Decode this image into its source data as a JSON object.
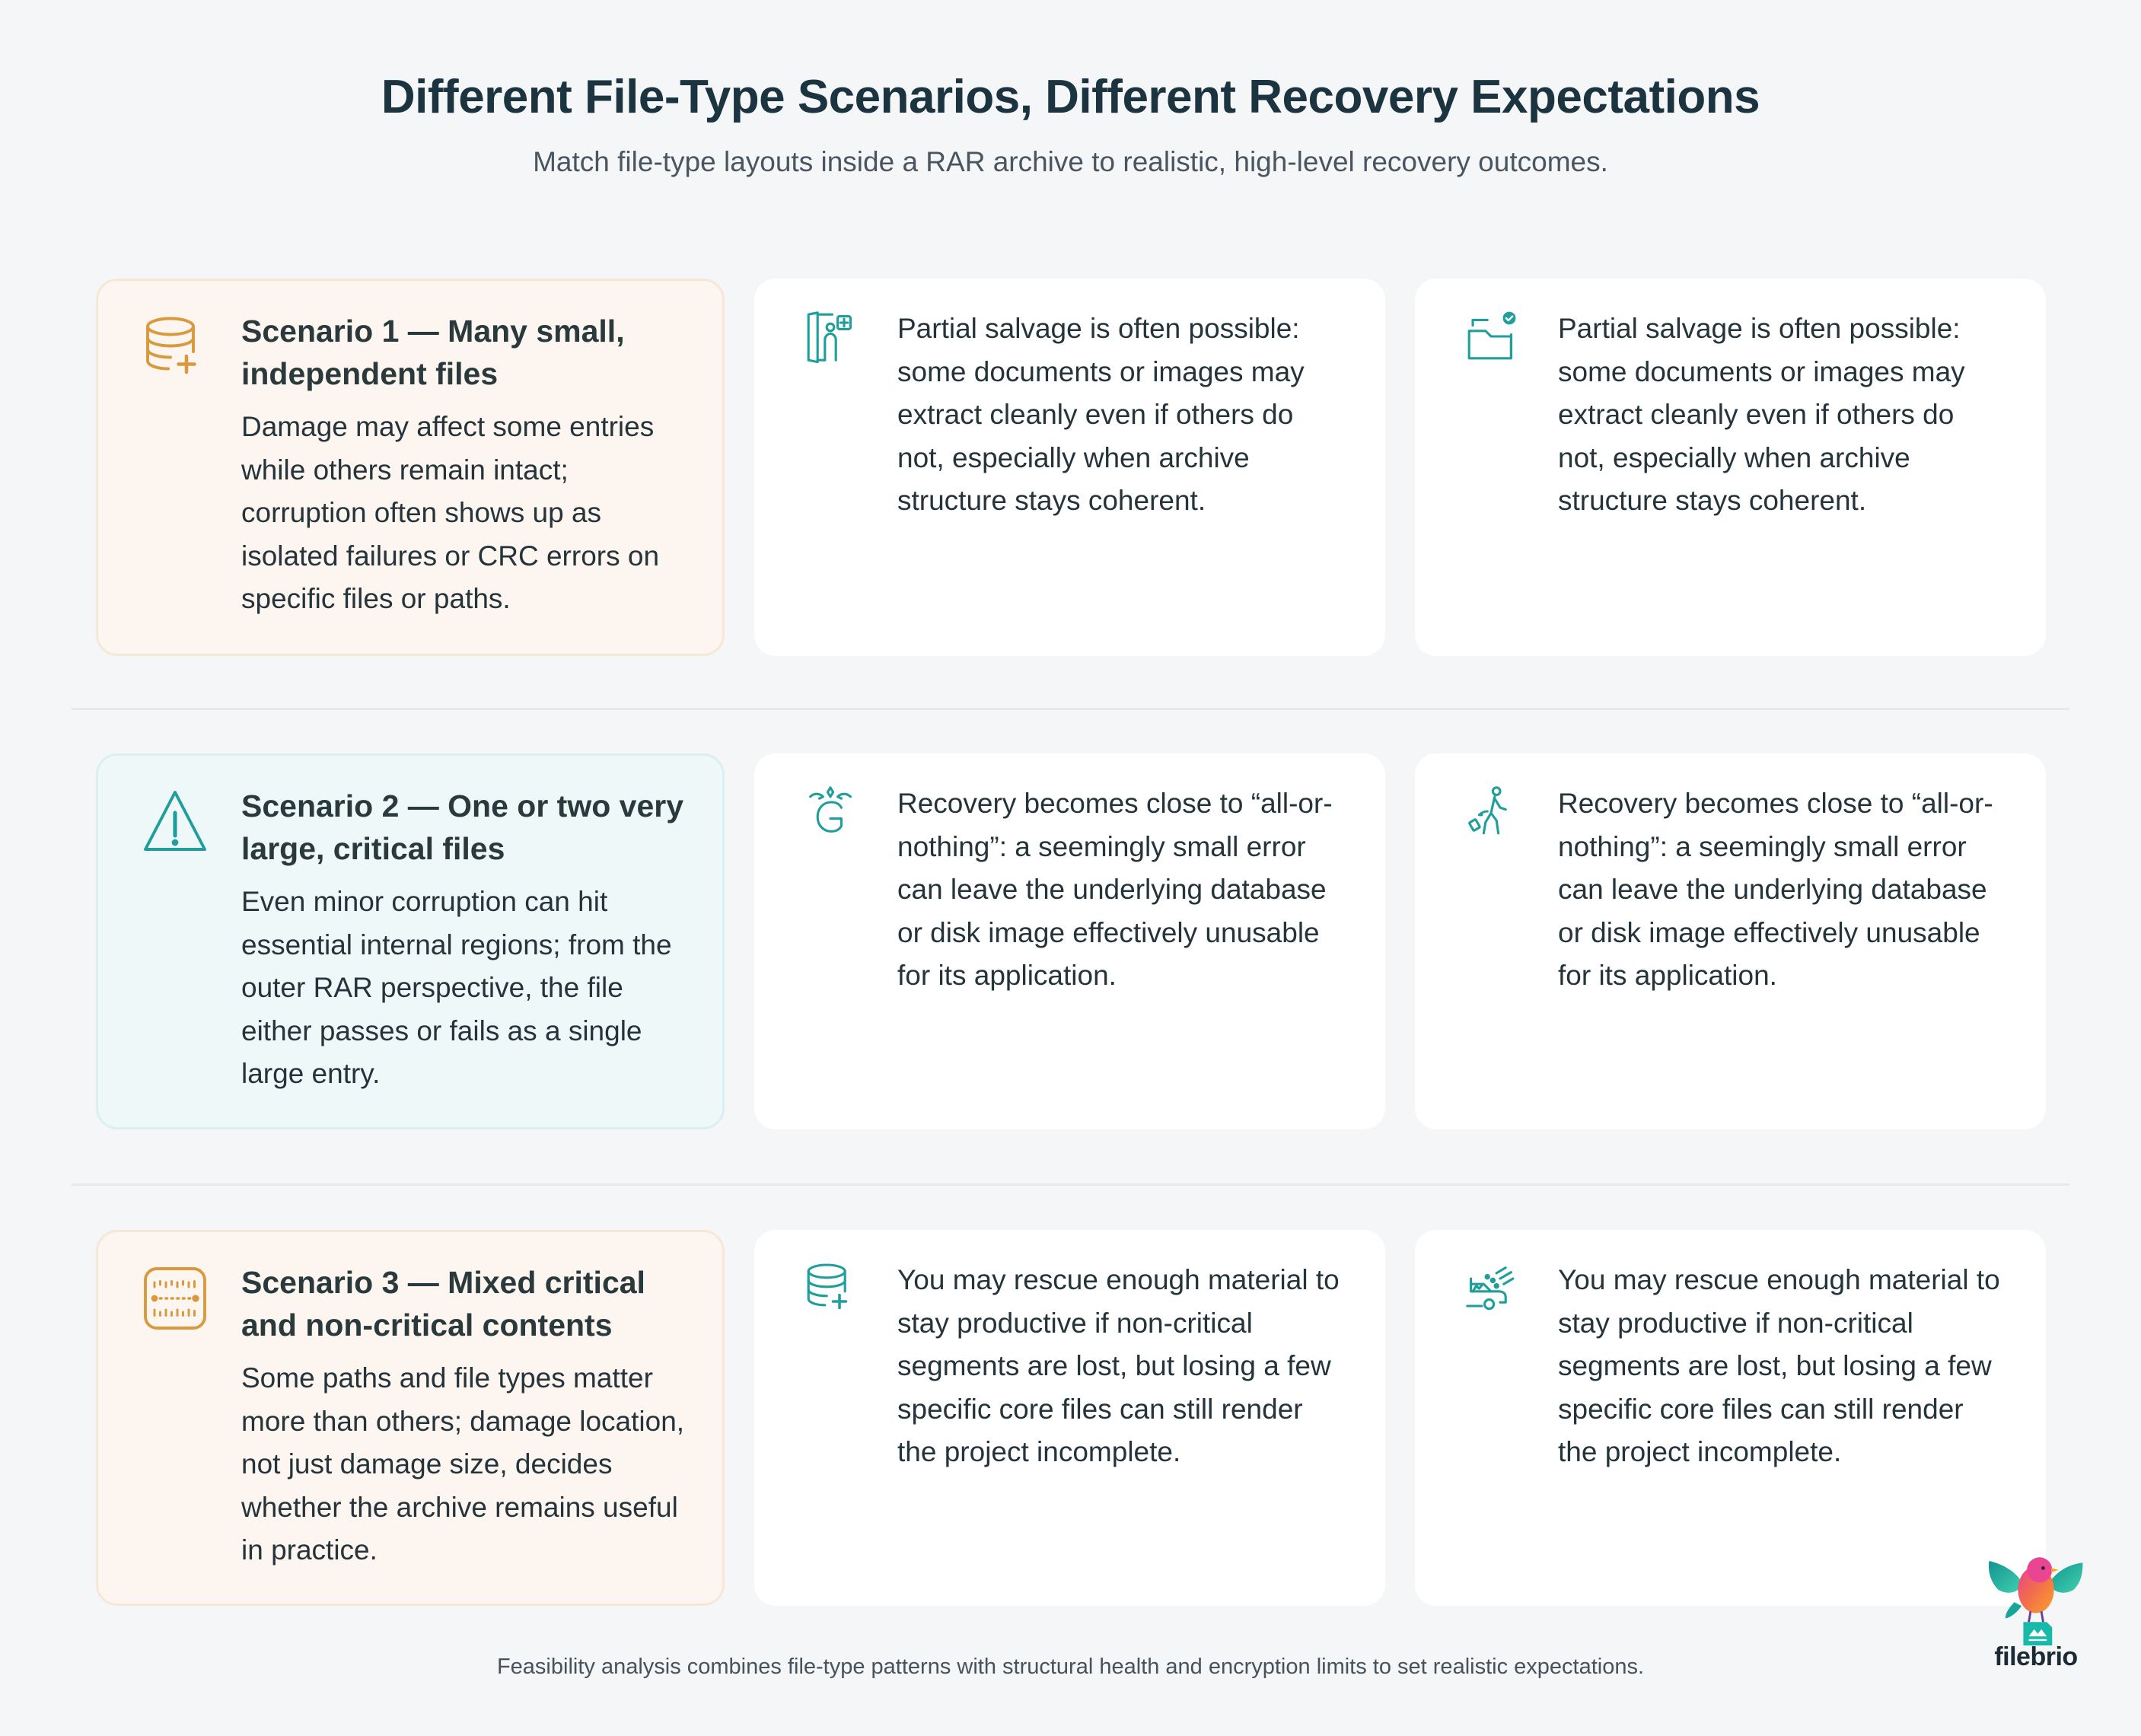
{
  "header": {
    "title": "Different File-Type Scenarios, Different Recovery Expectations",
    "subtitle": "Match file-type layouts inside a RAR archive to realistic, high-level recovery outcomes."
  },
  "colors": {
    "background": "#f4f6f8",
    "accent_teal": "#1f9e9b",
    "accent_amber": "#d99a3e",
    "warm_card": "#fdf5ef",
    "cool_card": "#eff8f9"
  },
  "rows": [
    {
      "scenario": {
        "icon": "database-plus-icon",
        "title": "Scenario 1 — Many small, independent files",
        "body": "Damage may affect some entries while others remain intact; corruption often shows up as isolated failures or CRC errors on specific files or paths."
      },
      "outcomes": [
        {
          "icon": "door-person-plus-icon",
          "text": "Partial salvage is often possible: some documents or images may extract cleanly even if others do not, especially when archive structure stays coherent."
        },
        {
          "icon": "folder-check-icon",
          "text": "Partial salvage is often possible: some documents or images may extract cleanly even if others do not, especially when archive structure stays coherent."
        }
      ]
    },
    {
      "scenario": {
        "icon": "warning-triangle-icon",
        "title": "Scenario 2 — One or two very large, critical files",
        "body": "Even minor corruption can hit essential internal regions; from the outer RAR perspective, the file either passes or fails as a single large entry."
      },
      "outcomes": [
        {
          "icon": "crowned-g-icon",
          "text": "Recovery becomes close to “all-or-nothing”: a seemingly small error can leave the underlying database or disk image effectively unusable for its application."
        },
        {
          "icon": "person-dropping-item-icon",
          "text": "Recovery becomes close to “all-or-nothing”: a seemingly small error can leave the underlying database or disk image effectively unusable for its application."
        }
      ]
    },
    {
      "scenario": {
        "icon": "waveform-panel-icon",
        "title": "Scenario 3 — Mixed critical and non-critical contents",
        "body": "Some paths and file types matter more than others; damage location, not just damage size, decides whether the archive remains useful in practice."
      },
      "outcomes": [
        {
          "icon": "database-plus-icon",
          "text": "You may rescue enough material to stay productive if non-critical segments are lost, but losing a few specific core files can still render the project incomplete."
        },
        {
          "icon": "car-crash-icon",
          "text": "You may rescue enough material to stay productive if non-critical segments are lost, but losing a few specific core files can still render the project incomplete."
        }
      ]
    }
  ],
  "footer": {
    "note": "Feasibility analysis combines file-type patterns with structural health and encryption limits to set realistic expectations."
  },
  "brand": {
    "name": "filebrio",
    "logo_icon": "bird-on-image-file-icon"
  }
}
